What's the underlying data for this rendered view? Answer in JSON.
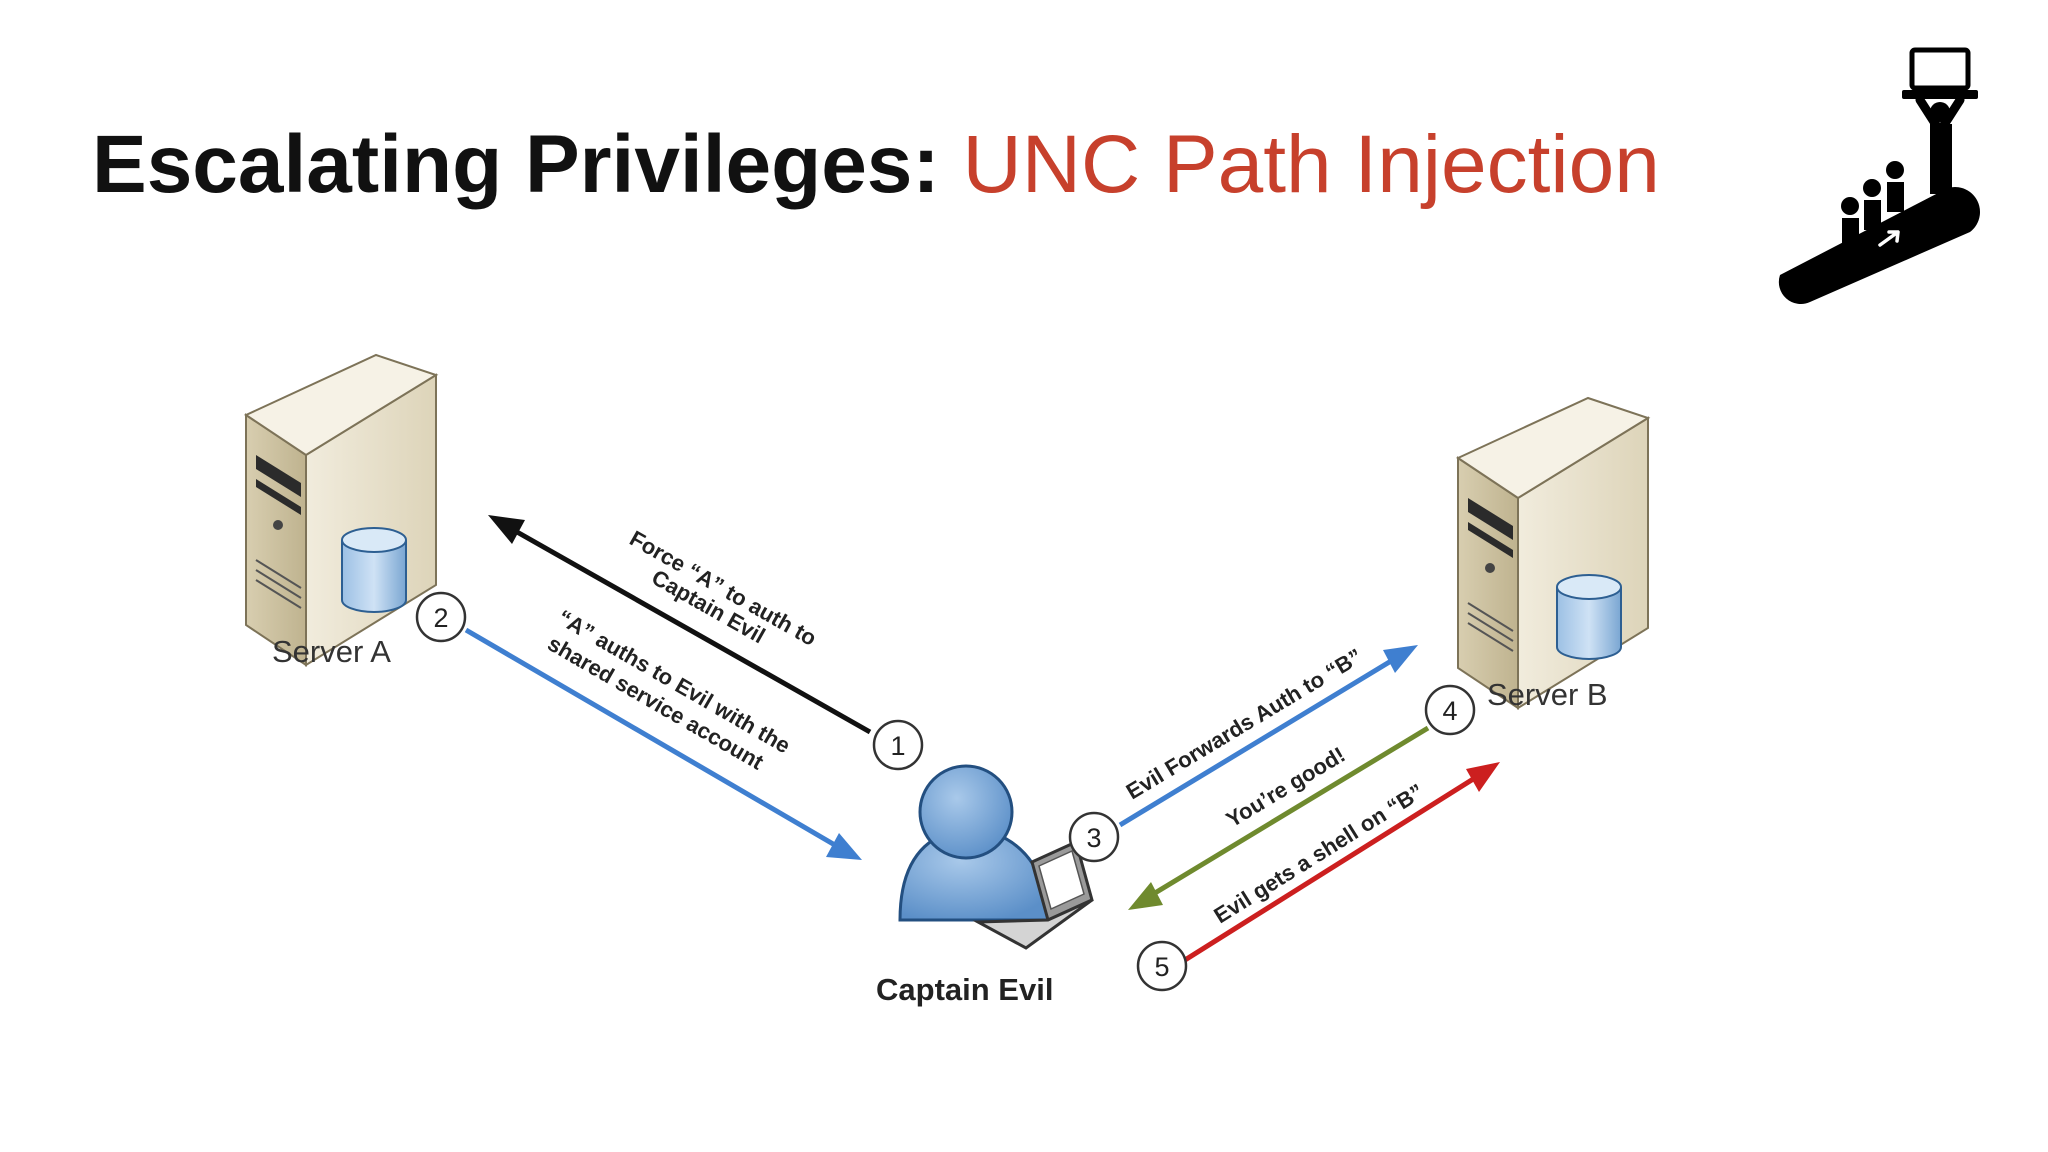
{
  "slide": {
    "title_main": "Escalating Privileges:",
    "title_accent": "UNC Path Injection",
    "accent_color": "#c7402c"
  },
  "icons": {
    "corner": "escalator-icon",
    "server": "server-tower-icon",
    "database": "database-cylinder-icon",
    "user": "user-with-laptop-icon"
  },
  "nodes": {
    "server_a": "Server A",
    "server_b": "Server B",
    "captain_evil": "Captain Evil"
  },
  "steps": [
    {
      "number": "1",
      "lines": [
        "Force “A” to auth to",
        "Captain Evil"
      ],
      "color": "#111111"
    },
    {
      "number": "2",
      "lines": [
        "“A” auths to Evil with the",
        "shared service account"
      ],
      "color": "#3f7fd0"
    },
    {
      "number": "3",
      "lines": [
        "Evil Forwards Auth to “B”"
      ],
      "color": "#3f7fd0"
    },
    {
      "number": "4",
      "lines": [
        "You’re good!"
      ],
      "color": "#6f8a2e"
    },
    {
      "number": "5",
      "lines": [
        "Evil gets a shell on “B”"
      ],
      "color": "#cc1f1f"
    }
  ]
}
